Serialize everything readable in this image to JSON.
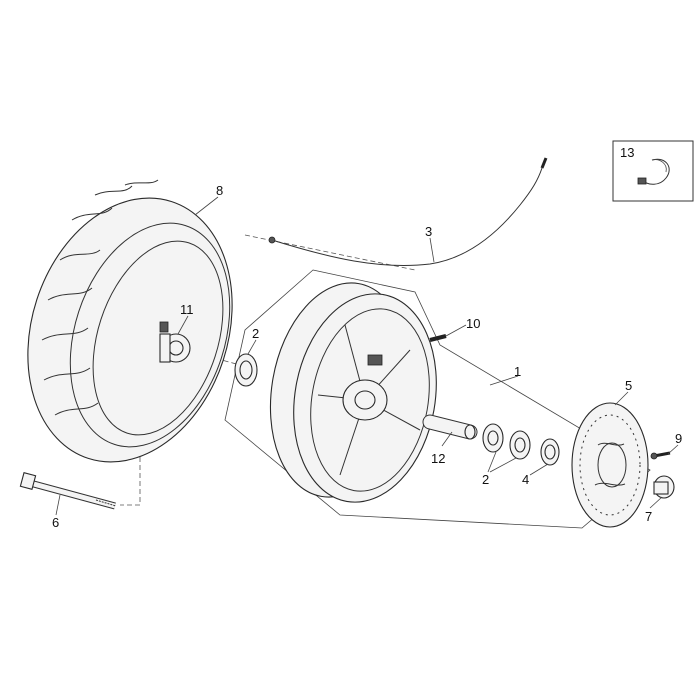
{
  "diagram": {
    "callouts": [
      {
        "id": "c1",
        "text": "1"
      },
      {
        "id": "c2a",
        "text": "2"
      },
      {
        "id": "c2b",
        "text": "2"
      },
      {
        "id": "c3",
        "text": "3"
      },
      {
        "id": "c4",
        "text": "4"
      },
      {
        "id": "c5",
        "text": "5"
      },
      {
        "id": "c6",
        "text": "6"
      },
      {
        "id": "c7",
        "text": "7"
      },
      {
        "id": "c8",
        "text": "8"
      },
      {
        "id": "c9",
        "text": "9"
      },
      {
        "id": "c10",
        "text": "10"
      },
      {
        "id": "c11",
        "text": "11"
      },
      {
        "id": "c12",
        "text": "12"
      },
      {
        "id": "c13",
        "text": "13"
      }
    ],
    "parts": [
      {
        "name": "tyre",
        "icon": "tyre-icon"
      },
      {
        "name": "wheel-rim",
        "icon": "rim-icon"
      },
      {
        "name": "speedometer-cable",
        "icon": "cable-icon"
      },
      {
        "name": "brake-disc",
        "icon": "disc-icon"
      },
      {
        "name": "wheel-axle",
        "icon": "axle-icon"
      },
      {
        "name": "bearing",
        "icon": "bearing-icon"
      },
      {
        "name": "spacer",
        "icon": "spacer-icon"
      },
      {
        "name": "screw",
        "icon": "screw-icon"
      },
      {
        "name": "speedometer-drive",
        "icon": "drive-icon"
      },
      {
        "name": "valve",
        "icon": "valve-icon"
      },
      {
        "name": "clamp",
        "icon": "clamp-icon"
      }
    ]
  }
}
